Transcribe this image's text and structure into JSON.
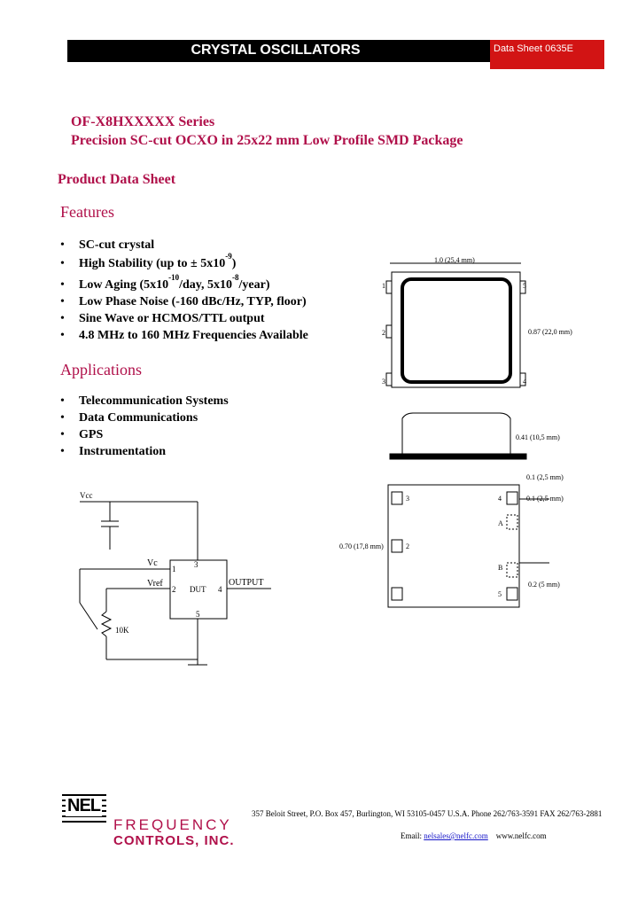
{
  "header": {
    "title": "CRYSTAL OSCILLATORS",
    "badge": "Data Sheet 0635E"
  },
  "titles": {
    "series": "OF-X8HXXXXX Series",
    "subtitle": "Precision SC-cut OCXO in 25x22 mm Low Profile SMD Package",
    "product": "Product Data Sheet"
  },
  "features": {
    "heading": "Features",
    "items": {
      "f1": "SC-cut crystal",
      "f2_pre": "High Stability (up to ± 5x10",
      "f2_sup": "-9",
      "f2_post": ")",
      "f3_pre": "Low Aging (5x10",
      "f3_sup1": "-10",
      "f3_mid": "/day, 5x10",
      "f3_sup2": "-8",
      "f3_post": "/year)",
      "f4": "Low Phase Noise (-160 dBc/Hz, TYP, floor)",
      "f5": "Sine Wave or HCMOS/TTL output",
      "f6": "4.8 MHz to 160 MHz Frequencies Available"
    }
  },
  "applications": {
    "heading": "Applications",
    "items": [
      "Telecommunication Systems",
      "Data Communications",
      "GPS",
      "Instrumentation"
    ]
  },
  "circuit": {
    "vcc": "Vcc",
    "vc": "Vc",
    "vref": "Vref",
    "dut": "DUT",
    "output": "OUTPUT",
    "pot": "10K",
    "pin1": "1",
    "pin2": "2",
    "pin3": "3",
    "pin4": "4",
    "pin5": "5"
  },
  "package": {
    "width_dim": "1.0 (25,4 mm)",
    "height_dim": "0.87 (22,0 mm)",
    "thick_dim": "0.41 (10,5 mm)",
    "pad_dim_a": "0.1 (2,5 mm)",
    "pad_dim_b": "0.1 (2,5 mm)",
    "pitch_dim": "0.70 (17,8 mm)",
    "pad_dim_c": "0.2 (5 mm)",
    "top_pins": [
      "1",
      "2",
      "3",
      "4",
      "5"
    ],
    "bottom_pins": [
      "3",
      "2",
      "4",
      "A",
      "B",
      "5"
    ]
  },
  "footer": {
    "logo": "NEL",
    "company1": "FREQUENCY",
    "company2": "CONTROLS, INC.",
    "address": "357 Beloit Street, P.O. Box 457, Burlington, WI 53105-0457 U.S.A. Phone 262/763-3591 FAX 262/763-2881",
    "email_label": "Email: ",
    "email": "nelsales@nelfc.com",
    "web": "www.nelfc.com"
  }
}
